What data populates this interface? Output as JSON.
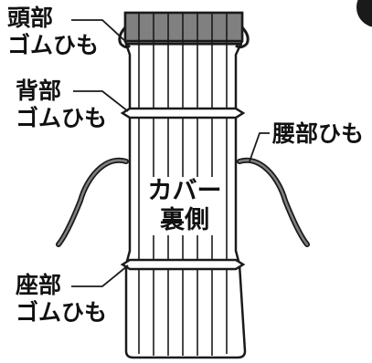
{
  "labels": {
    "head": [
      "頭部",
      "ゴムひも"
    ],
    "back": [
      "背部",
      "ゴムひも"
    ],
    "waist": "腰部ひも",
    "seat": [
      "座部",
      "ゴムひも"
    ],
    "cover_back": [
      "カバー",
      "裏側"
    ]
  },
  "colors": {
    "outline": "#1a1a1a",
    "head_band": "#808080",
    "background": "#ffffff"
  }
}
